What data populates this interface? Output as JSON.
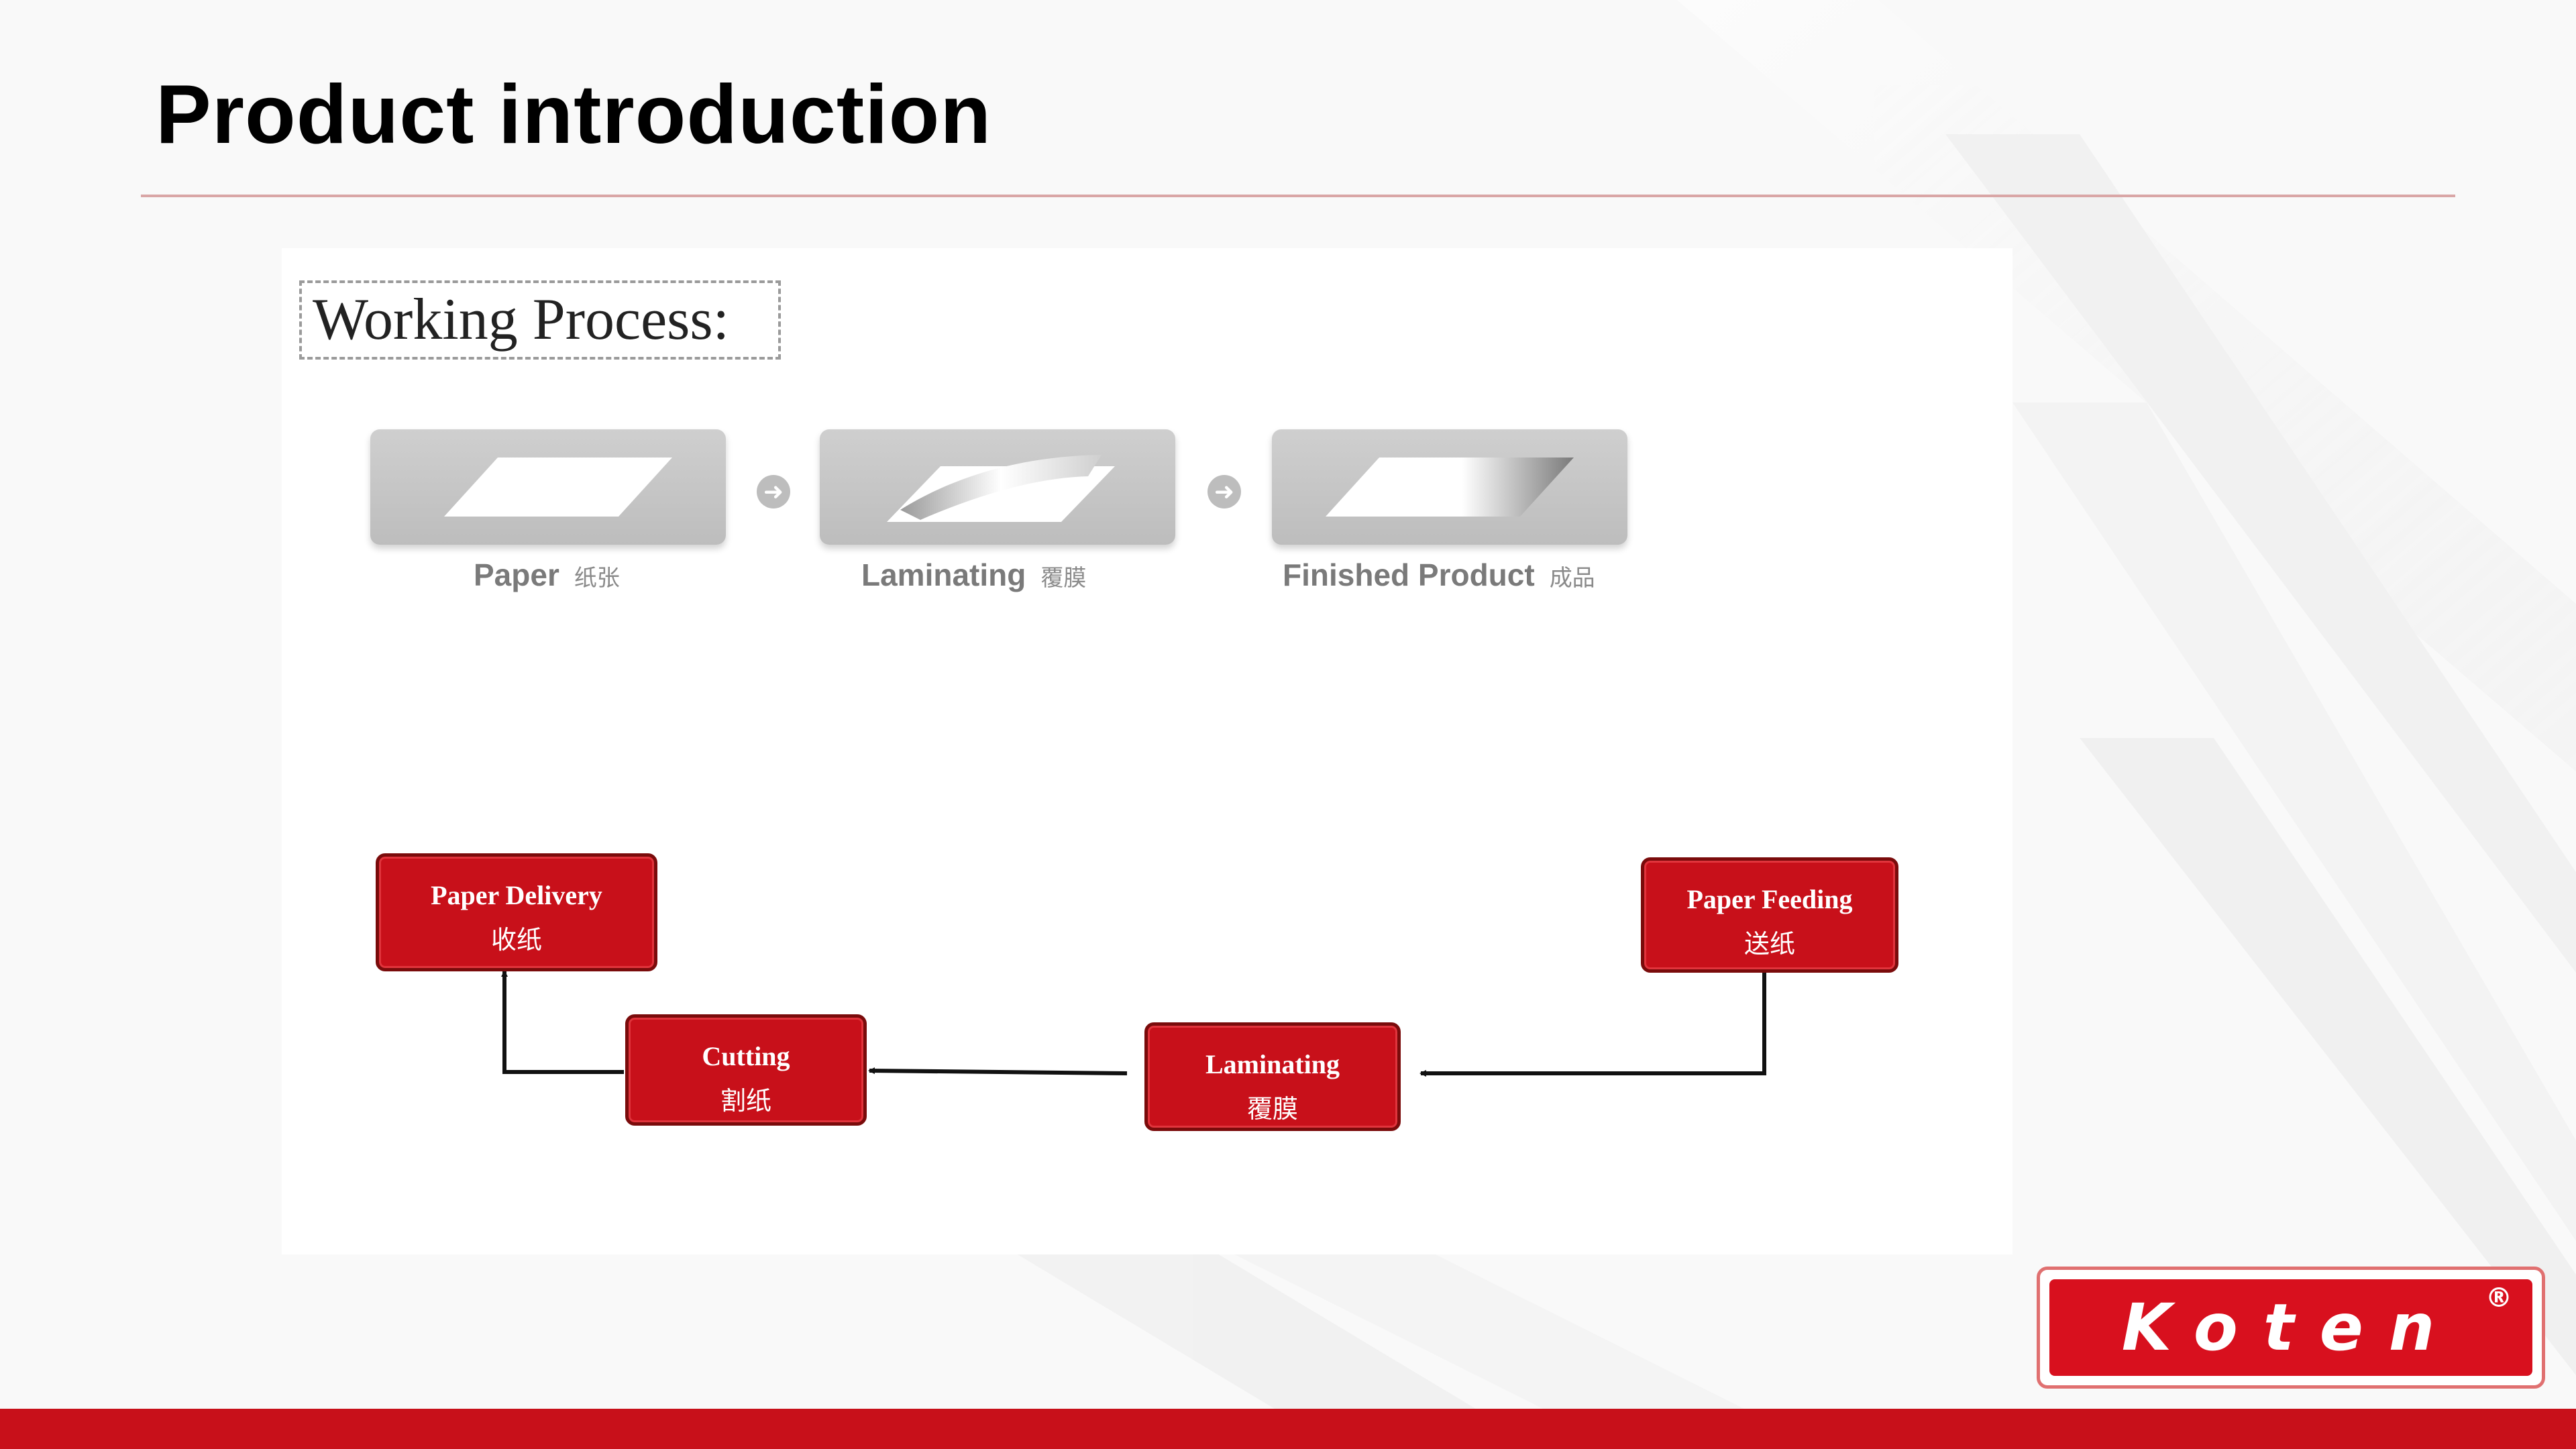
{
  "slide": {
    "title": "Product introduction"
  },
  "working_process": {
    "label": "Working Process:",
    "stages": [
      {
        "en": "Paper",
        "cn": "纸张",
        "icon": "paper-sheet-icon"
      },
      {
        "en": "Laminating",
        "cn": "覆膜",
        "icon": "laminated-sheet-icon"
      },
      {
        "en": "Finished Product",
        "cn": "成品",
        "icon": "finished-sheet-icon"
      }
    ],
    "step_arrow_icon": "circle-arrow-right-icon"
  },
  "flow": {
    "nodes": [
      {
        "en": "Paper Delivery",
        "cn": "收纸"
      },
      {
        "en": "Cutting",
        "cn": "割纸"
      },
      {
        "en": "Laminating",
        "cn": "覆膜"
      },
      {
        "en": "Paper Feeding",
        "cn": "送纸"
      }
    ]
  },
  "brand": {
    "name": "Koten",
    "registered_mark": "®"
  },
  "colors": {
    "accent_red": "#c8101a",
    "node_border": "#7a0b0b",
    "stage_grey": "#bdbdbd"
  }
}
